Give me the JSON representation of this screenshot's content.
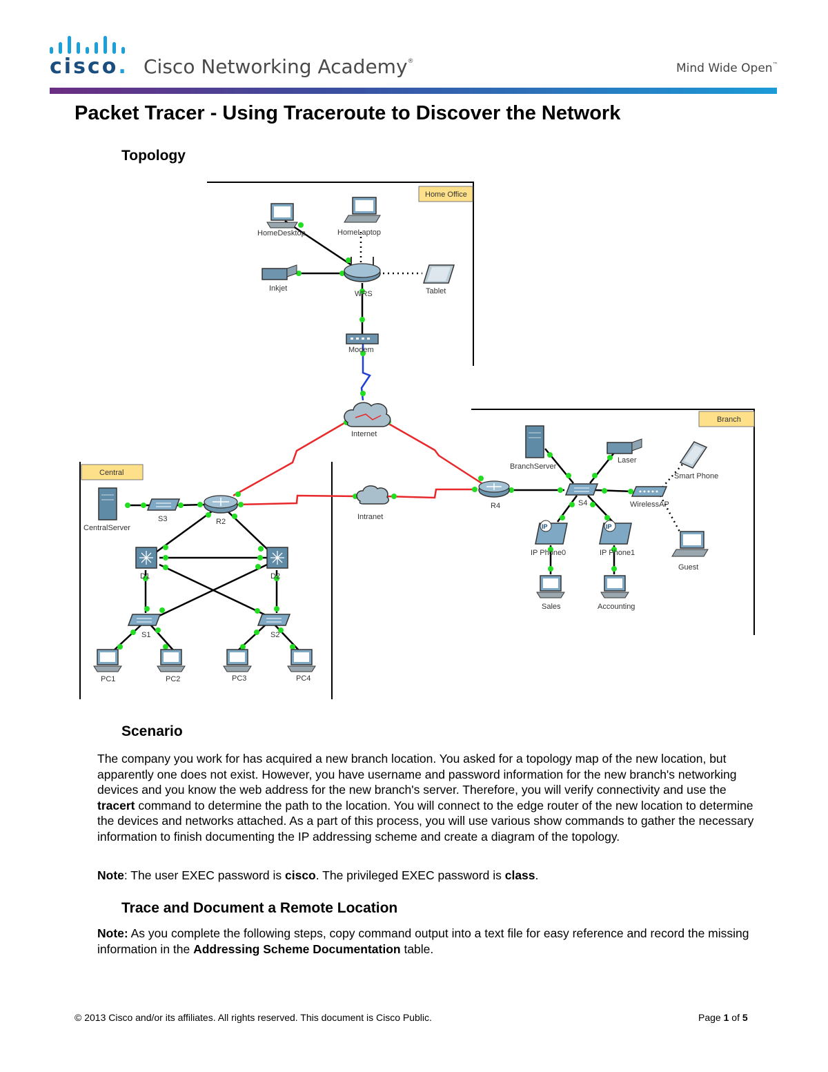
{
  "header": {
    "brand": "cisco",
    "academy": "Cisco Networking Academy",
    "academy_mark": "®",
    "tagline": "Mind Wide Open",
    "tagline_mark": "™"
  },
  "title": "Packet Tracer - Using Traceroute to Discover the Network",
  "topology": {
    "heading": "Topology",
    "areas": [
      "Home Office",
      "Branch",
      "Central"
    ],
    "devices": {
      "home_desktop": "HomeDesktop",
      "home_laptop": "HomeLaptop",
      "inkjet": "Inkjet",
      "wrs": "WRS",
      "tablet": "Tablet",
      "modem": "Modem",
      "internet": "Internet",
      "intranet": "Intranet",
      "central_server": "CentralServer",
      "s3": "S3",
      "r2": "R2",
      "d1": "D1",
      "d2": "D2",
      "s1": "S1",
      "s2": "S2",
      "pc1": "PC1",
      "pc2": "PC2",
      "pc3": "PC3",
      "pc4": "PC4",
      "r4": "R4",
      "branch_server": "BranchServer",
      "laser": "Laser",
      "s4": "S4",
      "wireless_ap": "WirelessAP",
      "smart_phone": "Smart Phone",
      "guest": "Guest",
      "ip_phone0": "IP Phone0",
      "ip_phone1": "IP Phone1",
      "sales": "Sales",
      "accounting": "Accounting"
    }
  },
  "scenario": {
    "heading": "Scenario",
    "text_before": "The company you work for has acquired a new branch location. You asked for a topology map of the new location, but apparently one does not exist. However, you have username and password information for the new branch's networking devices and you know the web address for the new branch's server. Therefore, you will verify connectivity and use the ",
    "command": "tracert",
    "text_after": " command to determine the path to the location. You will connect to the edge router of the new location to determine the devices and networks attached. As a part of this process, you will use various show commands to gather the necessary information to finish documenting the IP addressing scheme and create a diagram of the topology.",
    "note_label": "Note",
    "note_text1": ": The user EXEC password is ",
    "user_password": "cisco",
    "note_text2": ". The privileged EXEC password is ",
    "priv_password": "class",
    "note_text3": "."
  },
  "trace": {
    "heading": "Trace and Document a Remote Location",
    "note_label": "Note:",
    "note_text1": " As you complete the following steps, copy command output into a text file for easy reference and record the missing information in the ",
    "table_name": "Addressing Scheme Documentation",
    "note_text2": " table."
  },
  "footer": {
    "copyright": "© 2013 Cisco and/or its affiliates. All rights reserved. This document is Cisco Public.",
    "page_prefix": "Page ",
    "page_number": "1",
    "page_middle": " of ",
    "page_total": "5"
  },
  "colors": {
    "brand_blue": "#1b4e7e",
    "brand_cyan": "#1ba0d7",
    "link_green": "#22dd22",
    "serial_red": "#e8282a",
    "coax_blue": "#1f3fd6"
  }
}
